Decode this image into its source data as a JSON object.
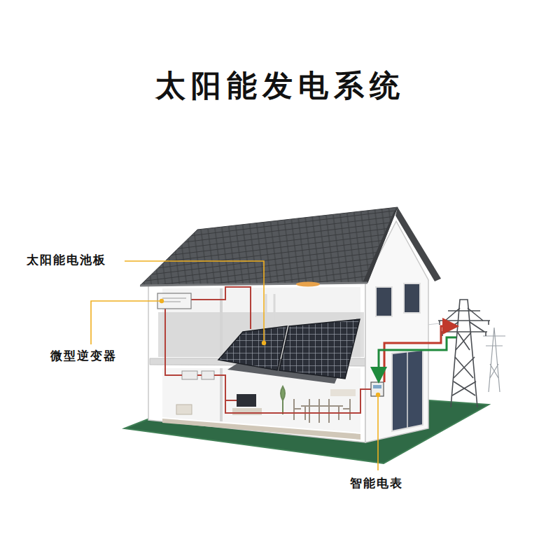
{
  "diagram": {
    "title": "太阳能发电系统",
    "labels": [
      "太阳能电池板",
      "微型逆变器",
      "智能电表"
    ]
  }
}
